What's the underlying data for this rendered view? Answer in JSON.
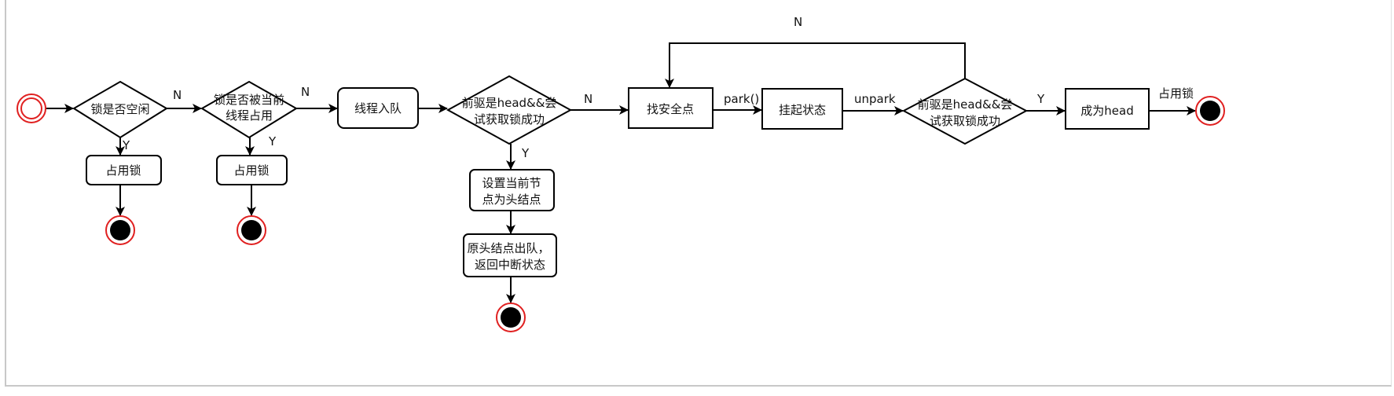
{
  "colors": {
    "stroke": "#000000",
    "terminal_ring": "#e02020",
    "terminal_fill": "#000000"
  },
  "nodes": {
    "d1": "锁是否空闲",
    "d2": [
      "锁是否被当前",
      "线程占用"
    ],
    "a1": "占用锁",
    "a2": "占用锁",
    "enqueue": "线程入队",
    "d3": [
      "前驱是head&&尝",
      "试获取锁成功"
    ],
    "set_head": [
      "设置当前节",
      "点为头结点"
    ],
    "dequeue": [
      "原头结点出队，",
      "返回中断状态"
    ],
    "safe_point": "找安全点",
    "suspended": "挂起状态",
    "d4": [
      "前驱是head&&尝",
      "试获取锁成功"
    ],
    "become_head": "成为head"
  },
  "edge_labels": {
    "d1_n": "N",
    "d1_y": "Y",
    "d2_n": "N",
    "d2_y": "Y",
    "d3_n": "N",
    "d3_y": "Y",
    "park": "park()",
    "unpark": "unpark",
    "d4_y": "Y",
    "d4_n": "N",
    "acquire": "占用锁"
  }
}
